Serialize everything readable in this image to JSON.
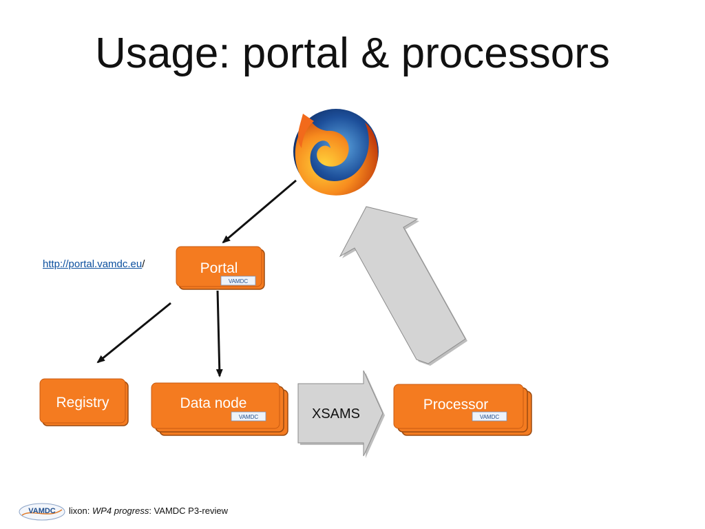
{
  "title": "Usage: portal & processors",
  "url": {
    "text": "http://portal.vamdc.eu",
    "suffix": "/"
  },
  "nodes": {
    "portal": "Portal",
    "registry": "Registry",
    "data_node": "Data node",
    "processor": "Processor"
  },
  "xsams_label": "XSAMS",
  "logo_text": "VAMDC",
  "footer": {
    "author": "lixon:",
    "italic": "WP4 progress",
    "rest": ": VAMDC P3-review"
  },
  "colors": {
    "box_orange": "#f47b20",
    "box_dark": "#c85a10",
    "arrow_gray": "#cfcfcf",
    "link_blue": "#0b4f9e"
  },
  "icons": {
    "browser": "firefox-icon"
  }
}
